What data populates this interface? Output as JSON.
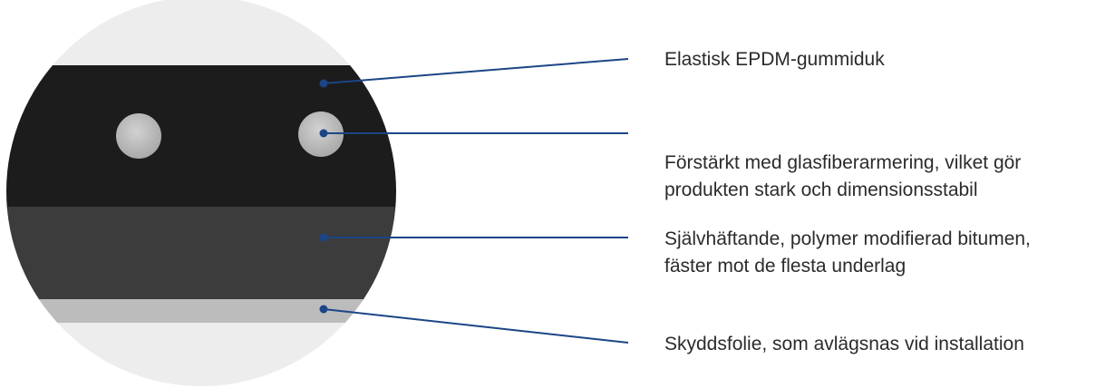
{
  "colors": {
    "circle_background": "#ededed",
    "epdm_layer": "#1c1c1c",
    "fiberglass_dots": "#bdbdbd",
    "bitumen_layer": "#3c3c3c",
    "protective_film": "#bcbcbc",
    "leader_line": "#1c4587",
    "text": "#2b2b2b"
  },
  "layers": [
    {
      "id": "epdm",
      "label_lines": [
        "Elastisk EPDM-gummiduk"
      ]
    },
    {
      "id": "fiberglass",
      "label_lines": [
        "Förstärkt med glasfiberarmering, vilket gör",
        "produkten stark och dimensionsstabil"
      ]
    },
    {
      "id": "bitumen",
      "label_lines": [
        "Självhäftande, polymer modifierad bitumen,",
        "fäster mot de flesta underlag"
      ]
    },
    {
      "id": "film",
      "label_lines": [
        "Skyddsfolie, som avlägsnas vid installation"
      ]
    }
  ]
}
